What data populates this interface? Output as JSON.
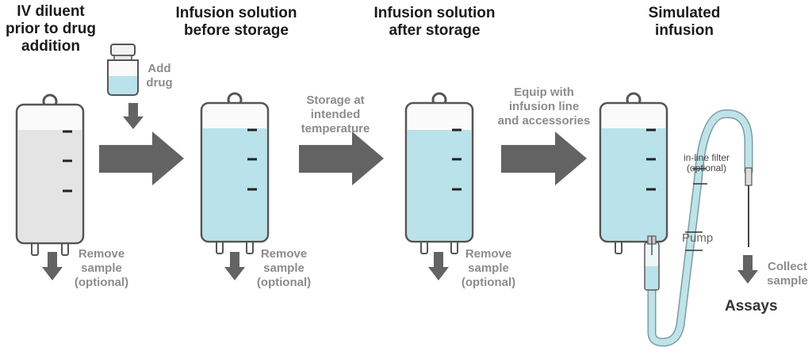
{
  "stages": [
    {
      "title_line1": "IV diluent",
      "title_line2": "prior to drug",
      "title_line3": "addition"
    },
    {
      "title_line1": "Infusion solution",
      "title_line2": "before storage"
    },
    {
      "title_line1": "Infusion solution",
      "title_line2": "after storage"
    },
    {
      "title_line1": "Simulated",
      "title_line2": "infusion"
    }
  ],
  "add_drug": {
    "line1": "Add",
    "line2": "drug"
  },
  "storage": {
    "line1": "Storage at",
    "line2": "intended",
    "line3": "temperature"
  },
  "equip": {
    "line1": "Equip with",
    "line2": "infusion line",
    "line3": "and accessories"
  },
  "remove_sample": {
    "line1": "Remove",
    "line2": "sample",
    "line3": "(optional)"
  },
  "filter": {
    "line1": "in-line filter",
    "line2": "(optional)"
  },
  "pump": "Pump",
  "collect": {
    "line1": "Collect",
    "line2": "sample"
  },
  "assays": "Assays",
  "colors": {
    "arrow": "#636363",
    "diluent": "#e4e4e4",
    "solution": "#b9e2ea",
    "bag_outline": "#555555",
    "tubing": "#bfe3e8",
    "label_gray": "#8c8c8c"
  }
}
